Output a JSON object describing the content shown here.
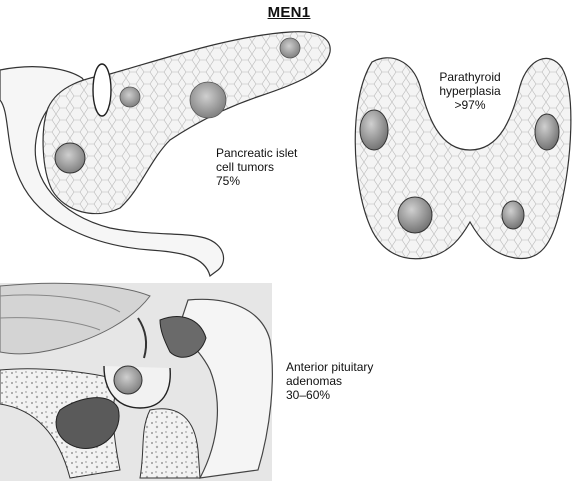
{
  "title": "MEN1",
  "pancreas": {
    "line1": "Pancreatic islet",
    "line2": "cell tumors",
    "line3": "75%"
  },
  "parathyroid": {
    "line1": "Parathyroid",
    "line2": "hyperplasia",
    "line3": ">97%"
  },
  "pituitary": {
    "line1": "Anterior pituitary",
    "line2": "adenomas",
    "line3": "30–60%"
  }
}
